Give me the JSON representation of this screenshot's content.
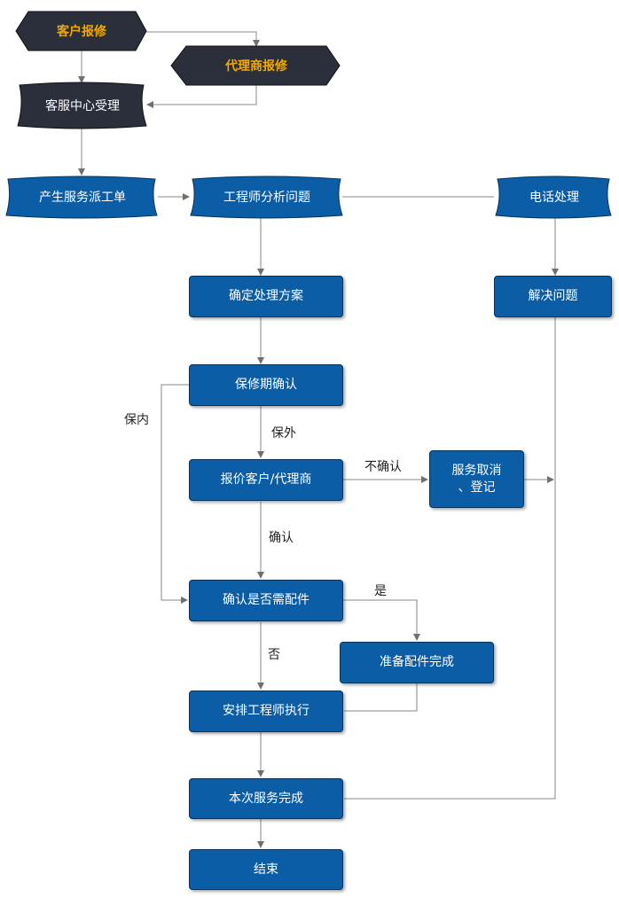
{
  "nodes": {
    "customer_repair": "客户报修",
    "agent_repair": "代理商报修",
    "service_center": "客服中心受理",
    "create_order": "产生服务派工单",
    "engineer_analyze": "工程师分析问题",
    "phone_handle": "电话处理",
    "determine_plan": "确定处理方案",
    "solve_problem": "解决问题",
    "warranty_confirm": "保修期确认",
    "quote": "报价客户/代理商",
    "service_cancel_1": "服务取消",
    "service_cancel_2": "、登记",
    "parts_confirm": "确认是否需配件",
    "parts_ready": "准备配件完成",
    "arrange_engineer": "安排工程师执行",
    "service_done": "本次服务完成",
    "end": "结束"
  },
  "edge_labels": {
    "in_warranty": "保内",
    "out_warranty": "保外",
    "not_confirmed": "不确认",
    "confirmed": "确认",
    "yes": "是",
    "no": "否"
  },
  "colors": {
    "dark_fill": "#2b2e3b",
    "gold_text": "#f2a900",
    "blue_fill": "#0b5da5",
    "line": "#8a8a8a"
  }
}
